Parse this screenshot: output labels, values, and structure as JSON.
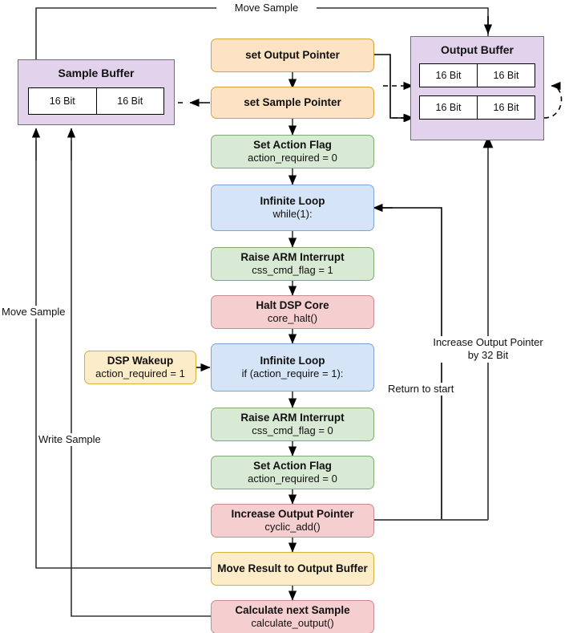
{
  "diagram": {
    "title": "DSP firmware flow with sample and output buffers",
    "colors": {
      "orange_fill": "#fde3c4",
      "orange_stroke": "#d6a339",
      "green_fill": "#d8ead3",
      "green_stroke": "#82ab74",
      "blue_fill": "#d6e4f7",
      "blue_stroke": "#7ca3d4",
      "red_fill": "#f5ced0",
      "red_stroke": "#c98b90",
      "yellow_fill": "#fdecc8",
      "yellow_stroke": "#d6b03b",
      "buffer_fill": "#e2d2ec",
      "buffer_stroke": "#6f6f7a",
      "edge": "#000000",
      "background": "#ffffff"
    },
    "nodes": [
      {
        "id": "set_output_pointer",
        "title": "set Output Pointer",
        "sub": ""
      },
      {
        "id": "set_sample_pointer",
        "title": "set Sample Pointer",
        "sub": ""
      },
      {
        "id": "set_action_flag_1",
        "title": "Set Action Flag",
        "sub": "action_required = 0"
      },
      {
        "id": "infinite_loop_1",
        "title": "Infinite Loop",
        "sub": "while(1):"
      },
      {
        "id": "raise_arm_int_1",
        "title": "Raise ARM Interrupt",
        "sub": "css_cmd_flag = 1"
      },
      {
        "id": "halt_dsp_core",
        "title": "Halt DSP Core",
        "sub": "core_halt()"
      },
      {
        "id": "dsp_wakeup",
        "title": "DSP Wakeup",
        "sub": "action_required = 1"
      },
      {
        "id": "infinite_loop_2",
        "title": "Infinite Loop",
        "sub": "if (action_require = 1):"
      },
      {
        "id": "raise_arm_int_2",
        "title": "Raise ARM Interrupt",
        "sub": "css_cmd_flag = 0"
      },
      {
        "id": "set_action_flag_2",
        "title": "Set Action Flag",
        "sub": "action_required = 0"
      },
      {
        "id": "increase_out_ptr",
        "title": "Increase Output Pointer",
        "sub": "cyclic_add()"
      },
      {
        "id": "move_result",
        "title": "Move Result to Output Buffer",
        "sub": ""
      },
      {
        "id": "calculate_next",
        "title": "Calculate next Sample",
        "sub": "calculate_output()"
      }
    ],
    "buffers": [
      {
        "id": "sample_buffer",
        "title": "Sample Buffer",
        "rows": [
          {
            "cells": [
              "16 Bit",
              "16 Bit"
            ]
          }
        ]
      },
      {
        "id": "output_buffer",
        "title": "Output Buffer",
        "rows": [
          {
            "cells": [
              "16 Bit",
              "16 Bit"
            ]
          },
          {
            "cells": [
              "16 Bit",
              "16 Bit"
            ]
          }
        ]
      }
    ],
    "edge_labels": [
      {
        "id": "move_sample_top",
        "text": "Move Sample"
      },
      {
        "id": "move_sample_left",
        "text": "Move Sample"
      },
      {
        "id": "write_sample_left",
        "text": "Write Sample"
      },
      {
        "id": "return_to_start",
        "text": "Return to start"
      },
      {
        "id": "increase_out_ptr_32",
        "text": "Increase Output Pointer\nby 32 Bit"
      }
    ]
  }
}
